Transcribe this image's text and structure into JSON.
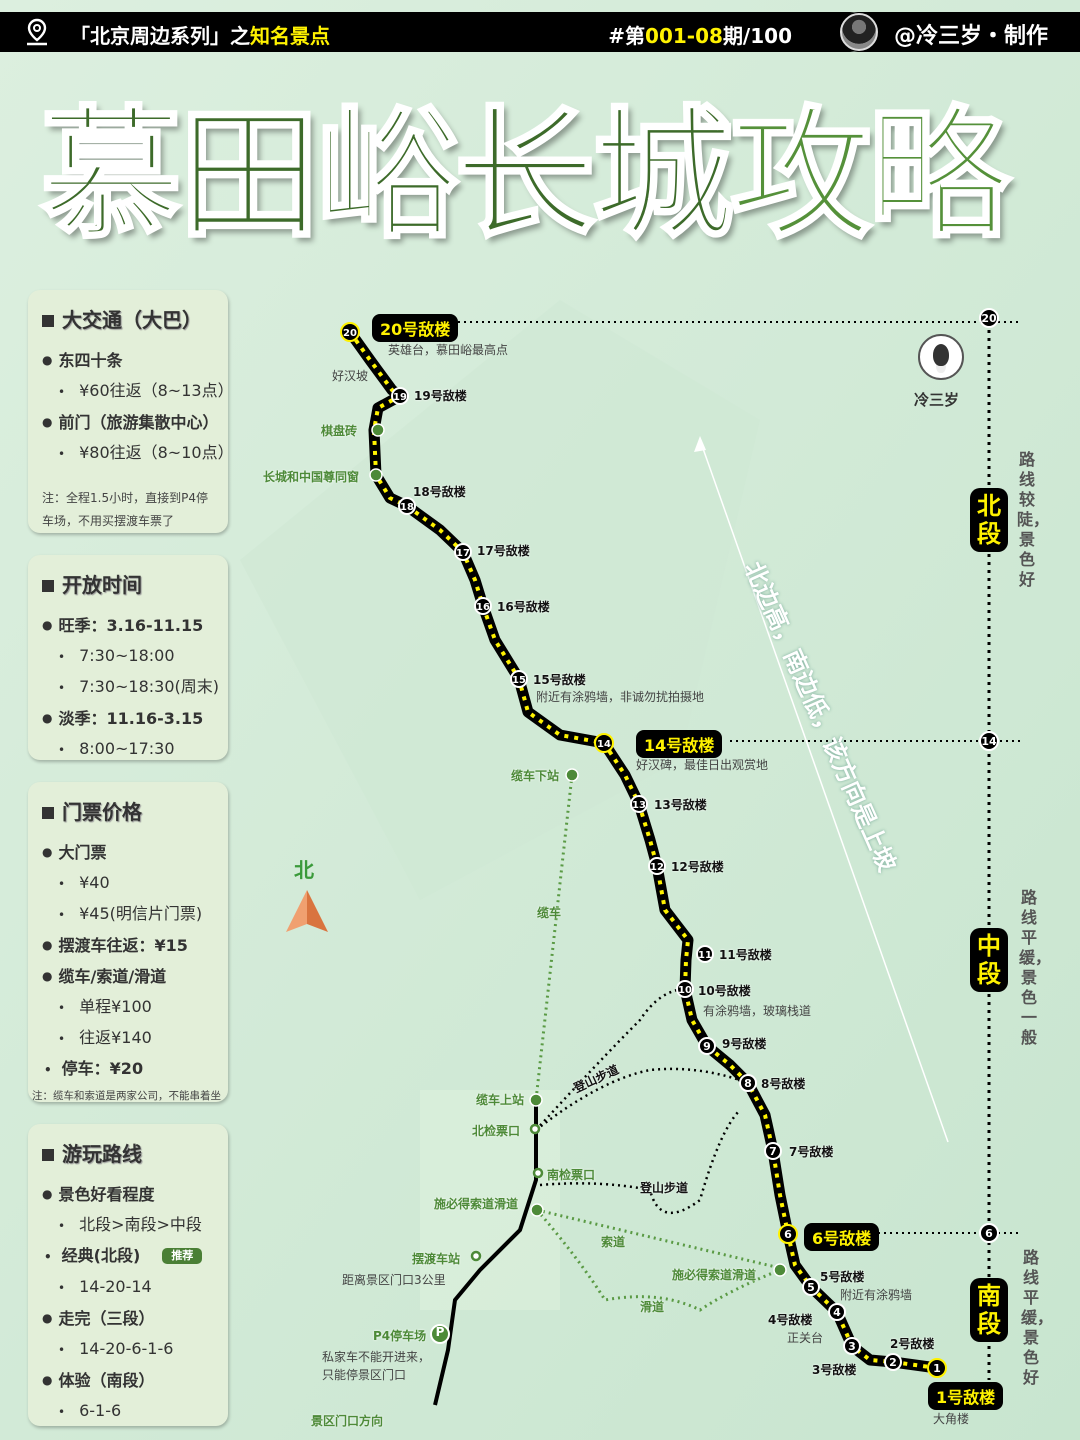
{
  "header": {
    "series_prefix": "「北京周边系列」之",
    "series_highlight": "知名景点",
    "issue_prefix": "#第",
    "issue_highlight": "001-08",
    "issue_suffix": "期/100",
    "author": "@冷三岁・制作",
    "icon": "location-pin-icon"
  },
  "title": {
    "main": "慕田峪长城",
    "accent": "攻略"
  },
  "colors": {
    "title_green": "#3d6b2a",
    "accent_yellow": "#fff200",
    "panel_bg": "#e3efd9",
    "map_green": "#4d8a38"
  },
  "panels": {
    "transport": {
      "title": "大交通（大巴）",
      "items": [
        {
          "text": "东四十条",
          "level": 1
        },
        {
          "text": "¥60往返（8~13点）",
          "level": 2
        },
        {
          "text": "前门（旅游集散中心）",
          "level": 1
        },
        {
          "text": "¥80往返（8~10点）",
          "level": 2
        }
      ],
      "note": "注：全程1.5小时，直接到P4停车场，不用买摆渡车票了"
    },
    "hours": {
      "title": "开放时间",
      "items": [
        {
          "text": "旺季：3.16-11.15",
          "level": 1
        },
        {
          "text": "7:30~18:00",
          "level": 2
        },
        {
          "text": "7:30~18:30(周末)",
          "level": 2
        },
        {
          "text": "淡季：11.16-3.15",
          "level": 1
        },
        {
          "text": "8:00~17:30",
          "level": 2
        }
      ]
    },
    "tickets": {
      "title": "门票价格",
      "items": [
        {
          "text": "大门票",
          "level": 1
        },
        {
          "text": "¥40",
          "level": 2
        },
        {
          "text": "¥45(明信片门票)",
          "level": 2
        },
        {
          "text": "摆渡车往返：¥15",
          "level": 1
        },
        {
          "text": "缆车/索道/滑道",
          "level": 1
        },
        {
          "text": "单程¥100",
          "level": 2
        },
        {
          "text": "往返¥140",
          "level": 2
        },
        {
          "text": "停车：¥20",
          "level": 3
        }
      ],
      "note": "注：缆车和索道是两家公司，不能串着坐"
    },
    "routes": {
      "title": "游玩路线",
      "items": [
        {
          "text": "景色好看程度",
          "level": 1
        },
        {
          "text": "北段>南段>中段",
          "level": 2
        },
        {
          "text": "经典(北段)",
          "level": 3,
          "badge": "推荐"
        },
        {
          "text": "14-20-14",
          "level": 2
        },
        {
          "text": "走完（三段）",
          "level": 1
        },
        {
          "text": "14-20-6-1-6",
          "level": 2
        },
        {
          "text": "体验（南段）",
          "level": 1
        },
        {
          "text": "6-1-6",
          "level": 2
        }
      ]
    }
  },
  "map": {
    "towers": [
      {
        "n": "20",
        "label": "20号敌楼",
        "note": "英雄台，慕田峪最高点",
        "major": true
      },
      {
        "n": "19",
        "label": "19号敌楼"
      },
      {
        "n": "18",
        "label": "18号敌楼"
      },
      {
        "n": "17",
        "label": "17号敌楼"
      },
      {
        "n": "16",
        "label": "16号敌楼"
      },
      {
        "n": "15",
        "label": "15号敌楼",
        "note": "附近有涂鸦墙，非诚勿扰拍摄地"
      },
      {
        "n": "14",
        "label": "14号敌楼",
        "note": "好汉碑，最佳日出观赏地",
        "major": true
      },
      {
        "n": "13",
        "label": "13号敌楼"
      },
      {
        "n": "12",
        "label": "12号敌楼"
      },
      {
        "n": "11",
        "label": "11号敌楼"
      },
      {
        "n": "10",
        "label": "10号敌楼",
        "note": "有涂鸦墙，玻璃栈道"
      },
      {
        "n": "9",
        "label": "9号敌楼"
      },
      {
        "n": "8",
        "label": "8号敌楼"
      },
      {
        "n": "7",
        "label": "7号敌楼"
      },
      {
        "n": "6",
        "label": "6号敌楼",
        "major": true
      },
      {
        "n": "5",
        "label": "5号敌楼",
        "note": "附近有涂鸦墙"
      },
      {
        "n": "4",
        "label": "4号敌楼",
        "note": "正关台"
      },
      {
        "n": "3",
        "label": "3号敌楼"
      },
      {
        "n": "2",
        "label": "2号敌楼"
      },
      {
        "n": "1",
        "label": "1号敌楼",
        "note": "大角楼",
        "major": true
      }
    ],
    "other_labels": {
      "haohanpo": "好汉坡",
      "qipan": "棋盘砖",
      "zunwindow": "长城和中国尊同窗",
      "cable_down": "缆车下站",
      "cable_up": "缆车上站",
      "cable": "缆车",
      "north_gate": "北检票口",
      "south_gate": "南检票口",
      "sbd": "施必得索道滑道",
      "sbd2": "施必得索道滑道",
      "suodao": "索道",
      "huadao": "滑道",
      "trail1": "登山步道",
      "trail2": "登山步道",
      "shuttle": "摆渡车站",
      "shuttle_note": "距离景区门口3公里",
      "p4": "P4停车场",
      "p4_icon": "P",
      "p4_note1": "私家车不能开进来，",
      "p4_note2": "只能停景区门口",
      "gate_dir": "景区门口方向",
      "slope": "北边高，南边低，该方向是上坡",
      "north": "北"
    },
    "segments": [
      {
        "name": "北段",
        "desc": "路线较陡，景色好"
      },
      {
        "name": "中段",
        "desc": "路线平缓，景色一般"
      },
      {
        "name": "南段",
        "desc": "路线平缓，景色好"
      }
    ],
    "author_badge": "冷三岁"
  }
}
